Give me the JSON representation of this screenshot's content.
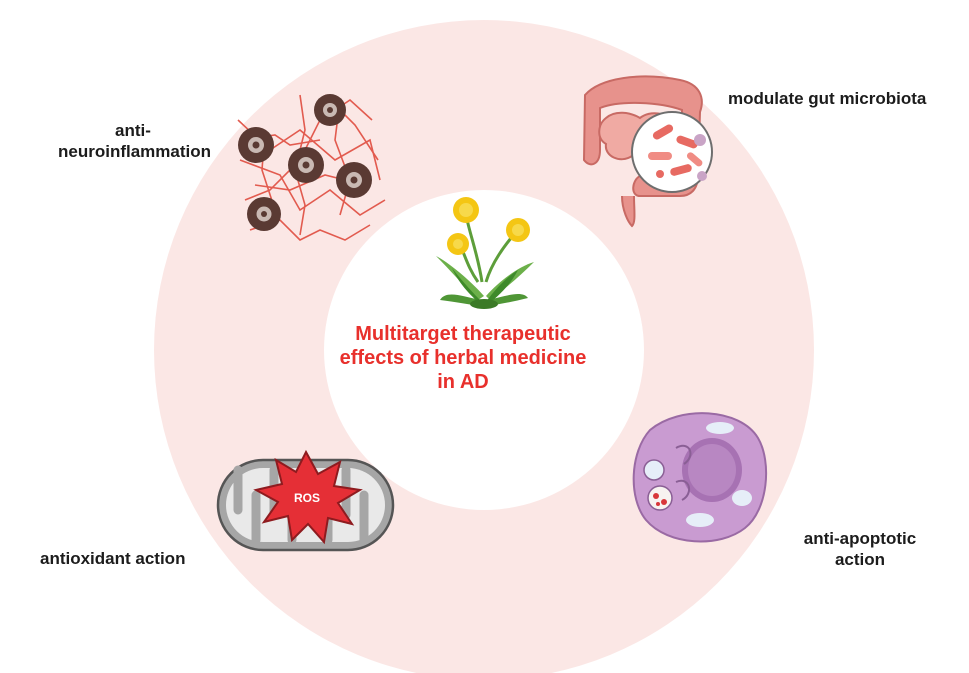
{
  "center": {
    "title_lines": [
      "Multitarget therapeutic",
      "effects of herbal medicine",
      "in AD"
    ]
  },
  "labels": {
    "neuro": [
      "anti-",
      "neuroinflammation"
    ],
    "gut": "modulate gut microbiota",
    "antioxidant": "antioxidant action",
    "apoptotic": [
      "anti-apoptotic",
      "action"
    ]
  },
  "icons": {
    "mito_text": "ROS"
  },
  "colors": {
    "ring": "#fbe6e4",
    "title": "#e8302c",
    "text": "#1c1c1c"
  }
}
